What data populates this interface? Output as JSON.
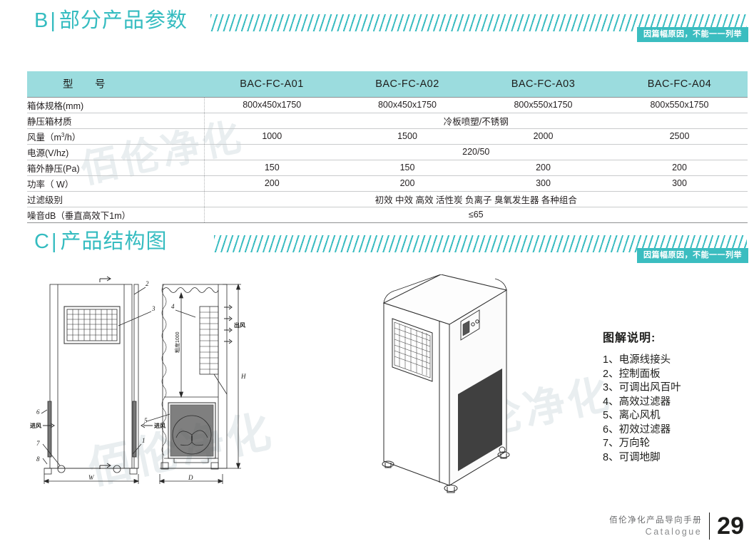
{
  "sections": {
    "b": {
      "letter": "B",
      "title": "部分产品参数",
      "badge": "因篇幅原因，不能一一列举"
    },
    "c": {
      "letter": "C",
      "title": "产品结构图",
      "badge": "因篇幅原因，不能一一列举"
    }
  },
  "spec_table": {
    "header": [
      "型　号",
      "BAC-FC-A01",
      "BAC-FC-A02",
      "BAC-FC-A03",
      "BAC-FC-A04"
    ],
    "rows": [
      {
        "label": "箱体规格(mm)",
        "span": false,
        "values": [
          "800x450x1750",
          "800x450x1750",
          "800x550x1750",
          "800x550x1750"
        ]
      },
      {
        "label": "静压箱材质",
        "span": true,
        "values": [
          "冷板喷塑/不锈钢"
        ]
      },
      {
        "label": "风量（m3/h）",
        "label_html": "风量（m<sup>3</sup>/h）",
        "span": false,
        "values": [
          "1000",
          "1500",
          "2000",
          "2500"
        ]
      },
      {
        "label": "电源(V/hz)",
        "span": true,
        "values": [
          "220/50"
        ]
      },
      {
        "label": "箱外静压(Pa)",
        "span": false,
        "values": [
          "150",
          "150",
          "200",
          "200"
        ]
      },
      {
        "label": "功率（ W）",
        "span": false,
        "values": [
          "200",
          "200",
          "300",
          "300"
        ]
      },
      {
        "label": "过滤级别",
        "span": true,
        "values": [
          "初效 中效 高效 活性炭 负离子 臭氧发生器 各种组合"
        ]
      },
      {
        "label": "噪音dB（垂直高效下1m）",
        "span": true,
        "values": [
          "≤65"
        ]
      }
    ]
  },
  "legend": {
    "title": "图解说明:",
    "items": [
      "1、电源线接头",
      "2、控制面板",
      "3、可调出风百叶",
      "4、高效过滤器",
      "5、离心风机",
      "6、初效过滤器",
      "7、万向轮",
      "8、可调地脚"
    ]
  },
  "drawing": {
    "callouts": [
      "1",
      "2",
      "3",
      "4",
      "5",
      "6",
      "7",
      "8"
    ],
    "labels": {
      "air_in_left": "进风",
      "air_in_right": "进风",
      "air_out": "出风",
      "height_note": "粗度1000",
      "dim_w": "W",
      "dim_d": "D",
      "dim_h": "H"
    }
  },
  "watermark": "佰伦净化",
  "footer": {
    "line1": "佰伦净化产品导向手册",
    "line2": "Catalogue",
    "page": "29"
  },
  "colors": {
    "accent": "#35BCC0",
    "table_header_bg": "#9BDCDE",
    "badge_bg": "#3BBDC0",
    "text": "#231F20"
  }
}
